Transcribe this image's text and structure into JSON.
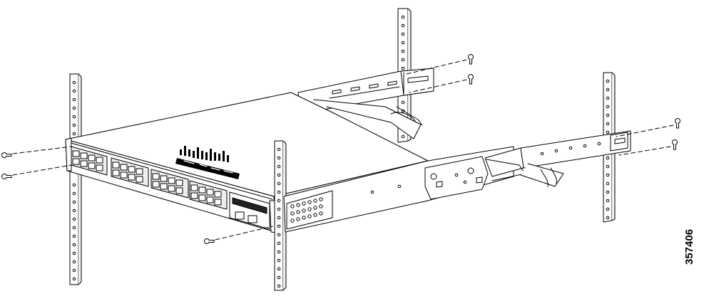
{
  "figure": {
    "number": "357406",
    "brand": "cisco"
  },
  "colors": {
    "ink": "#000000",
    "paper": "#ffffff",
    "shade": "#d9d9d9",
    "light": "#eeeeee",
    "screen": "#222222"
  },
  "icons": [
    "cisco-logo",
    "rack-post",
    "screw",
    "mounting-bracket",
    "extension-rail",
    "rj45-port"
  ]
}
